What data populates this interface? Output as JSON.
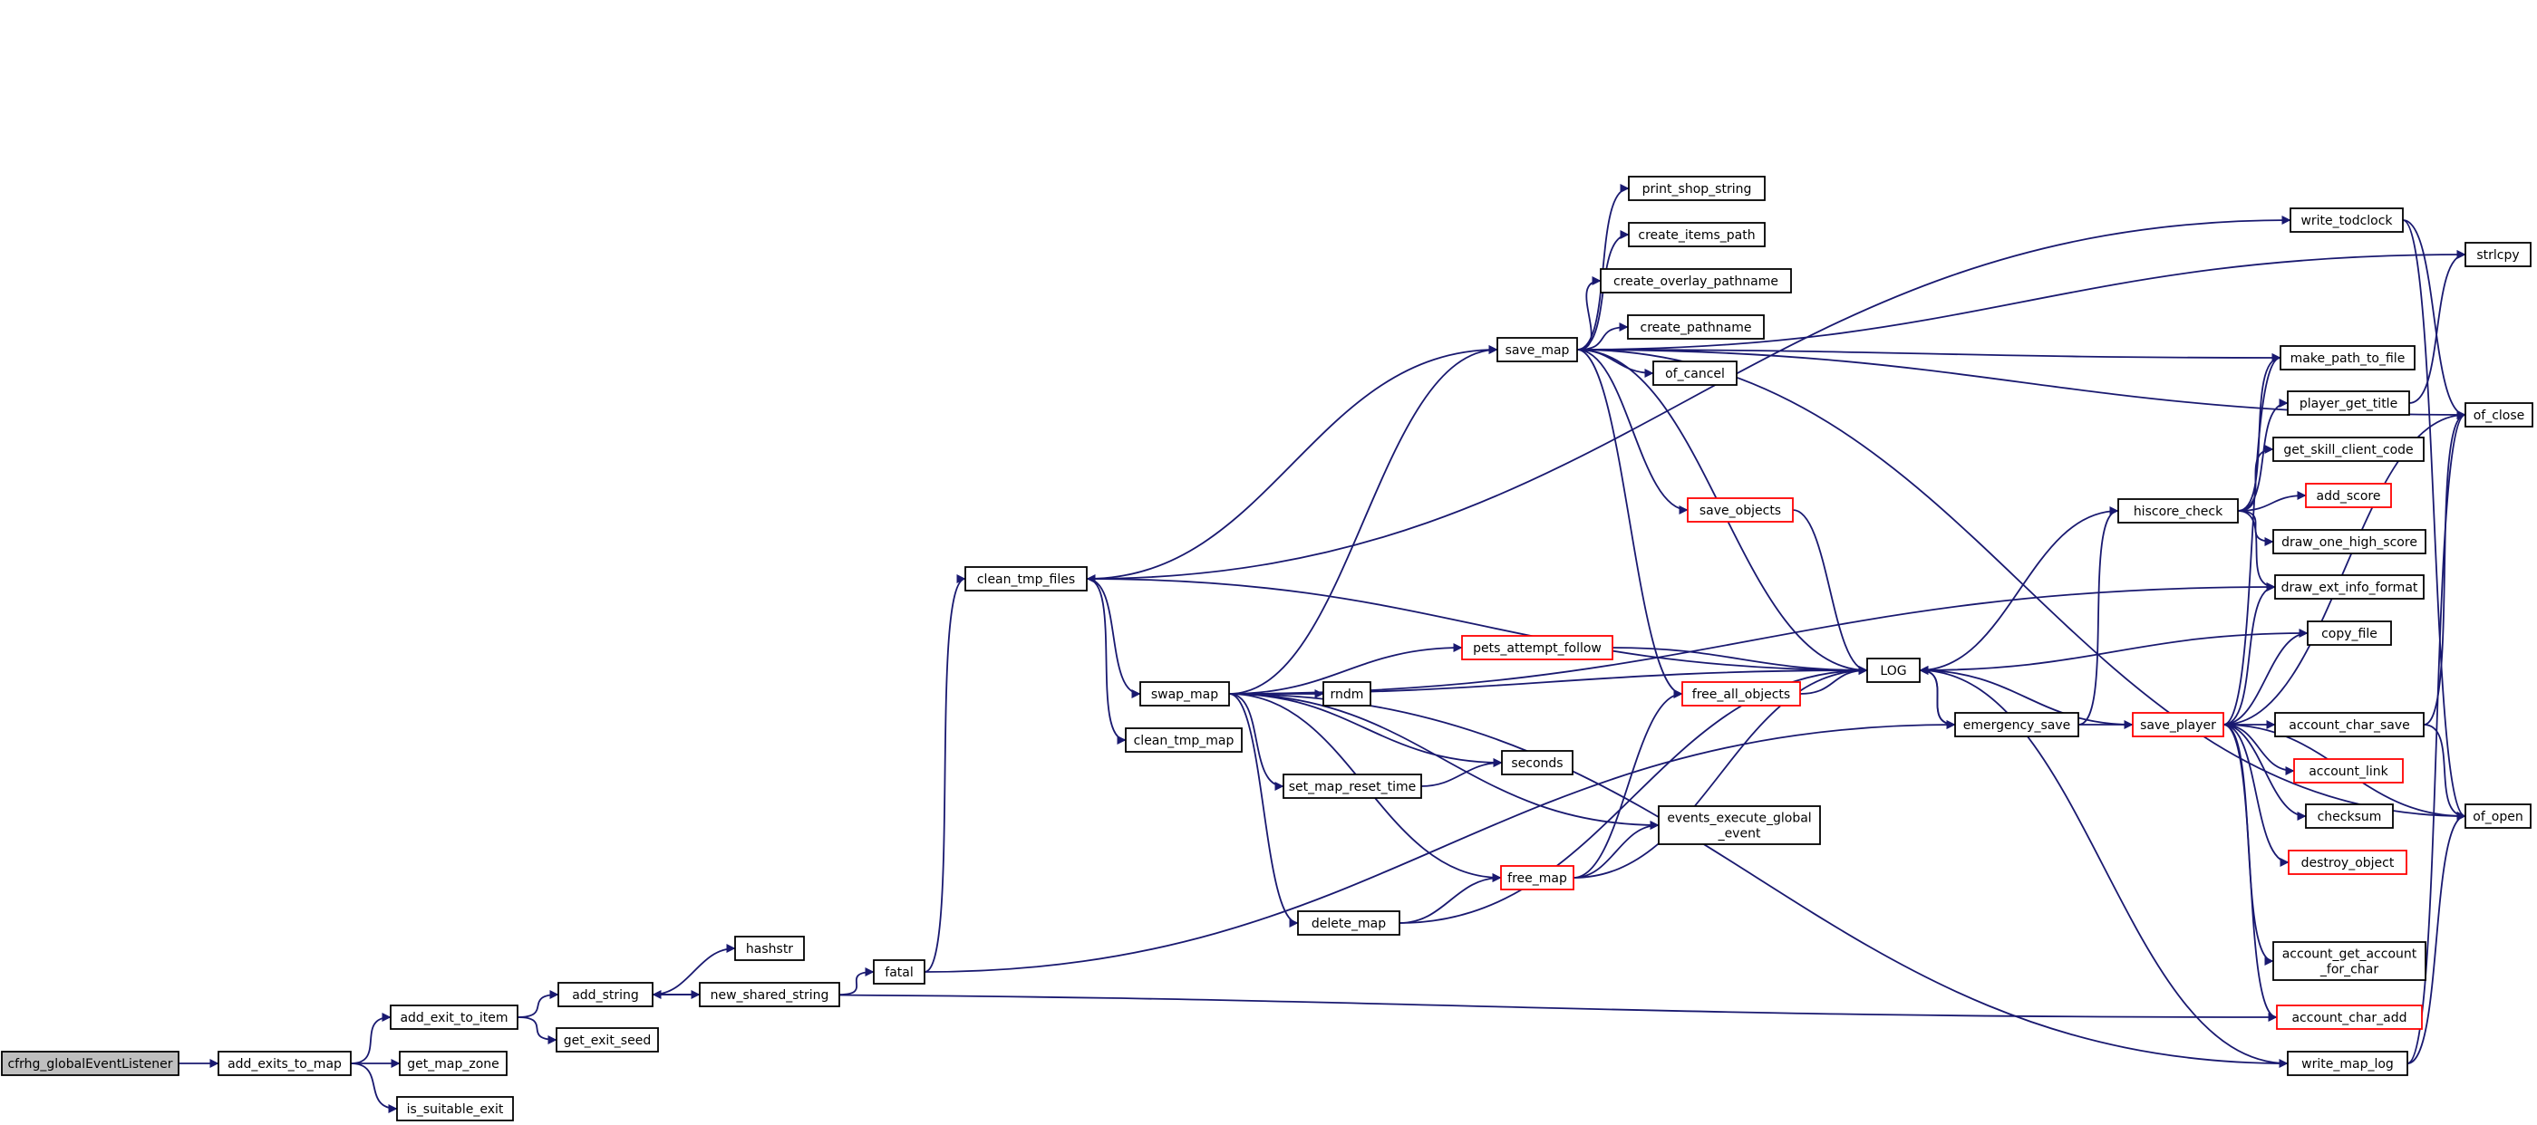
{
  "colors": {
    "edge": "#191970",
    "node_border": "#000000",
    "node_border_incomplete": "#ff0000",
    "root_fill": "#bfbfbf",
    "node_fill": "#ffffff"
  },
  "nodes": [
    {
      "id": "cfrhg_globalEventListener",
      "label": "cfrhg_globalEventListener",
      "root": true
    },
    {
      "id": "add_exits_to_map",
      "label": "add_exits_to_map"
    },
    {
      "id": "add_exit_to_item",
      "label": "add_exit_to_item"
    },
    {
      "id": "get_map_zone",
      "label": "get_map_zone"
    },
    {
      "id": "is_suitable_exit",
      "label": "is_suitable_exit"
    },
    {
      "id": "add_string",
      "label": "add_string"
    },
    {
      "id": "get_exit_seed",
      "label": "get_exit_seed"
    },
    {
      "id": "hashstr",
      "label": "hashstr"
    },
    {
      "id": "new_shared_string",
      "label": "new_shared_string"
    },
    {
      "id": "fatal",
      "label": "fatal"
    },
    {
      "id": "clean_tmp_files",
      "label": "clean_tmp_files"
    },
    {
      "id": "swap_map",
      "label": "swap_map"
    },
    {
      "id": "clean_tmp_map",
      "label": "clean_tmp_map"
    },
    {
      "id": "save_map",
      "label": "save_map"
    },
    {
      "id": "print_shop_string",
      "label": "print_shop_string"
    },
    {
      "id": "create_items_path",
      "label": "create_items_path"
    },
    {
      "id": "create_overlay_pathname",
      "label": "create_overlay_pathname"
    },
    {
      "id": "create_pathname",
      "label": "create_pathname"
    },
    {
      "id": "of_cancel",
      "label": "of_cancel"
    },
    {
      "id": "save_objects",
      "label": "save_objects",
      "incomplete": true
    },
    {
      "id": "pets_attempt_follow",
      "label": "pets_attempt_follow",
      "incomplete": true
    },
    {
      "id": "rndm",
      "label": "rndm"
    },
    {
      "id": "seconds",
      "label": "seconds"
    },
    {
      "id": "set_map_reset_time",
      "label": "set_map_reset_time"
    },
    {
      "id": "events_execute_global_event",
      "label": "events_execute_global\n_event"
    },
    {
      "id": "free_map",
      "label": "free_map",
      "incomplete": true
    },
    {
      "id": "delete_map",
      "label": "delete_map"
    },
    {
      "id": "free_all_objects",
      "label": "free_all_objects",
      "incomplete": true
    },
    {
      "id": "LOG",
      "label": "LOG"
    },
    {
      "id": "emergency_save",
      "label": "emergency_save"
    },
    {
      "id": "hiscore_check",
      "label": "hiscore_check"
    },
    {
      "id": "save_player",
      "label": "save_player",
      "incomplete": true
    },
    {
      "id": "write_todclock",
      "label": "write_todclock"
    },
    {
      "id": "make_path_to_file",
      "label": "make_path_to_file"
    },
    {
      "id": "player_get_title",
      "label": "player_get_title"
    },
    {
      "id": "get_skill_client_code",
      "label": "get_skill_client_code"
    },
    {
      "id": "add_score",
      "label": "add_score",
      "incomplete": true
    },
    {
      "id": "draw_one_high_score",
      "label": "draw_one_high_score"
    },
    {
      "id": "draw_ext_info_format",
      "label": "draw_ext_info_format"
    },
    {
      "id": "copy_file",
      "label": "copy_file"
    },
    {
      "id": "account_char_save",
      "label": "account_char_save"
    },
    {
      "id": "account_link",
      "label": "account_link",
      "incomplete": true
    },
    {
      "id": "checksum",
      "label": "checksum"
    },
    {
      "id": "destroy_object",
      "label": "destroy_object",
      "incomplete": true
    },
    {
      "id": "account_get_account_for_char",
      "label": "account_get_account\n_for_char"
    },
    {
      "id": "account_char_add",
      "label": "account_char_add",
      "incomplete": true
    },
    {
      "id": "write_map_log",
      "label": "write_map_log"
    },
    {
      "id": "strlcpy",
      "label": "strlcpy"
    },
    {
      "id": "of_close",
      "label": "of_close"
    },
    {
      "id": "of_open",
      "label": "of_open"
    }
  ],
  "edges": [
    [
      "cfrhg_globalEventListener",
      "add_exits_to_map"
    ],
    [
      "add_exits_to_map",
      "add_exit_to_item"
    ],
    [
      "add_exits_to_map",
      "get_map_zone"
    ],
    [
      "add_exits_to_map",
      "is_suitable_exit"
    ],
    [
      "add_exit_to_item",
      "add_string"
    ],
    [
      "add_exit_to_item",
      "get_exit_seed"
    ],
    [
      "add_string",
      "hashstr"
    ],
    [
      "add_string",
      "new_shared_string"
    ],
    [
      "new_shared_string",
      "fatal"
    ],
    [
      "fatal",
      "clean_tmp_files"
    ],
    [
      "fatal",
      "emergency_save"
    ],
    [
      "clean_tmp_files",
      "save_map"
    ],
    [
      "clean_tmp_files",
      "swap_map"
    ],
    [
      "clean_tmp_files",
      "clean_tmp_map"
    ],
    [
      "clean_tmp_files",
      "write_todclock"
    ],
    [
      "swap_map",
      "save_map"
    ],
    [
      "swap_map",
      "pets_attempt_follow"
    ],
    [
      "swap_map",
      "rndm"
    ],
    [
      "swap_map",
      "seconds"
    ],
    [
      "swap_map",
      "set_map_reset_time"
    ],
    [
      "swap_map",
      "events_execute_global_event"
    ],
    [
      "swap_map",
      "free_map"
    ],
    [
      "swap_map",
      "delete_map"
    ],
    [
      "swap_map",
      "LOG"
    ],
    [
      "swap_map",
      "draw_ext_info_format"
    ],
    [
      "swap_map",
      "write_map_log"
    ],
    [
      "set_map_reset_time",
      "seconds"
    ],
    [
      "delete_map",
      "free_map"
    ],
    [
      "delete_map",
      "LOG"
    ],
    [
      "free_map",
      "events_execute_global_event"
    ],
    [
      "free_map",
      "free_all_objects"
    ],
    [
      "free_map",
      "LOG"
    ],
    [
      "save_map",
      "print_shop_string"
    ],
    [
      "save_map",
      "create_items_path"
    ],
    [
      "save_map",
      "create_overlay_pathname"
    ],
    [
      "save_map",
      "create_pathname"
    ],
    [
      "save_map",
      "of_cancel"
    ],
    [
      "save_map",
      "save_objects"
    ],
    [
      "save_map",
      "free_all_objects"
    ],
    [
      "save_map",
      "LOG"
    ],
    [
      "save_map",
      "make_path_to_file"
    ],
    [
      "save_map",
      "of_open"
    ],
    [
      "save_map",
      "of_close"
    ],
    [
      "save_map",
      "strlcpy"
    ],
    [
      "save_objects",
      "LOG"
    ],
    [
      "pets_attempt_follow",
      "LOG"
    ],
    [
      "free_all_objects",
      "LOG"
    ],
    [
      "LOG",
      "clean_tmp_files"
    ],
    [
      "LOG",
      "emergency_save"
    ],
    [
      "emergency_save",
      "LOG"
    ],
    [
      "emergency_save",
      "hiscore_check"
    ],
    [
      "emergency_save",
      "save_player"
    ],
    [
      "hiscore_check",
      "LOG"
    ],
    [
      "hiscore_check",
      "make_path_to_file"
    ],
    [
      "hiscore_check",
      "player_get_title"
    ],
    [
      "hiscore_check",
      "get_skill_client_code"
    ],
    [
      "hiscore_check",
      "add_score"
    ],
    [
      "hiscore_check",
      "draw_one_high_score"
    ],
    [
      "hiscore_check",
      "draw_ext_info_format"
    ],
    [
      "save_player",
      "LOG"
    ],
    [
      "save_player",
      "make_path_to_file"
    ],
    [
      "save_player",
      "draw_ext_info_format"
    ],
    [
      "save_player",
      "copy_file"
    ],
    [
      "save_player",
      "account_char_save"
    ],
    [
      "save_player",
      "account_link"
    ],
    [
      "save_player",
      "checksum"
    ],
    [
      "save_player",
      "destroy_object"
    ],
    [
      "save_player",
      "account_get_account_for_char"
    ],
    [
      "save_player",
      "account_char_add"
    ],
    [
      "save_player",
      "of_close"
    ],
    [
      "save_player",
      "of_open"
    ],
    [
      "copy_file",
      "LOG"
    ],
    [
      "account_char_save",
      "of_close"
    ],
    [
      "account_char_save",
      "of_open"
    ],
    [
      "account_char_add",
      "add_string"
    ],
    [
      "player_get_title",
      "strlcpy"
    ],
    [
      "write_todclock",
      "of_close"
    ],
    [
      "write_todclock",
      "of_open"
    ],
    [
      "write_map_log",
      "LOG"
    ],
    [
      "write_map_log",
      "of_close"
    ],
    [
      "write_map_log",
      "of_open"
    ]
  ]
}
